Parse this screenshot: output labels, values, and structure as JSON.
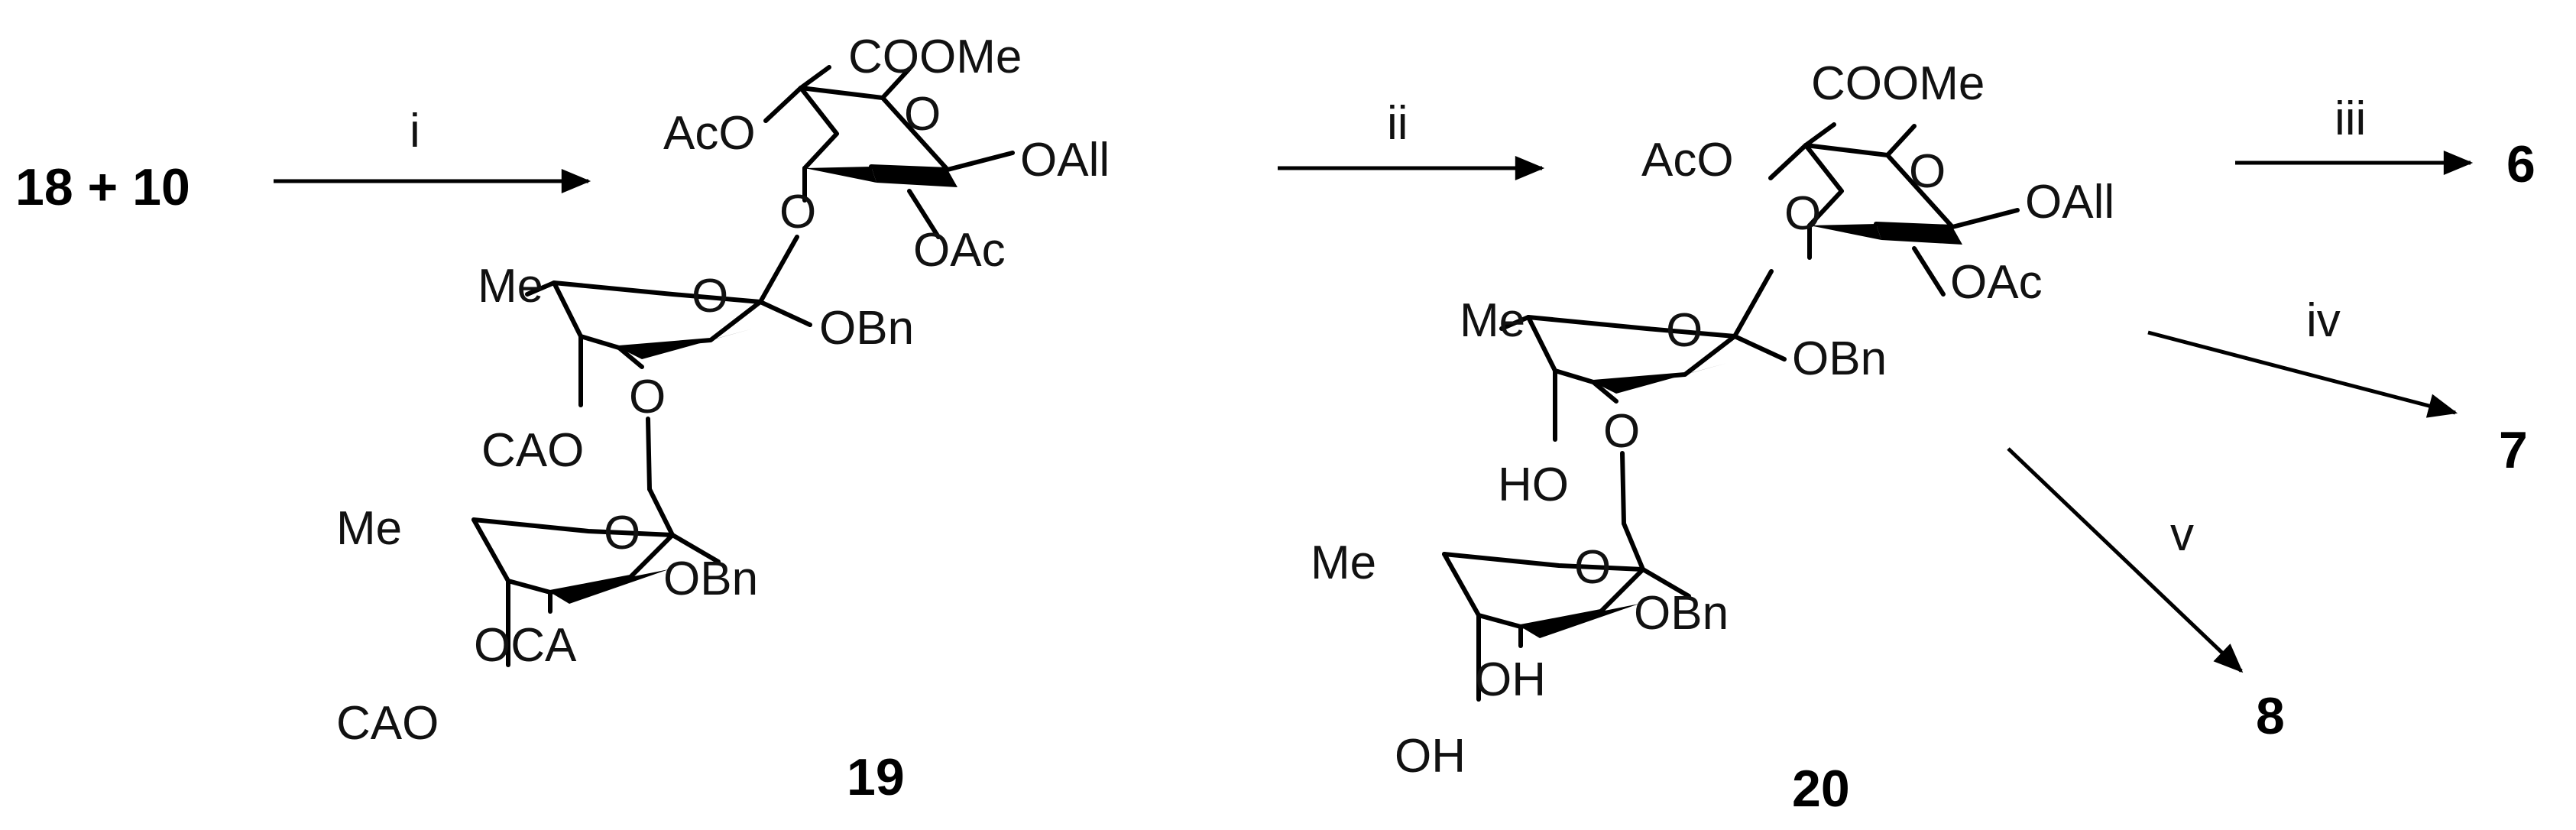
{
  "scheme": {
    "start": "18 + 10",
    "steps": {
      "i": "i",
      "ii": "ii",
      "iii": "iii",
      "iv": "iv",
      "v": "v"
    },
    "compounds": {
      "c19": "19",
      "c20": "20",
      "c6": "6",
      "c7": "7",
      "c8": "8"
    },
    "labels": {
      "coome": "COOMe",
      "aco": "AcO",
      "oall": "OAll",
      "oac": "OAc",
      "o": "O",
      "me": "Me",
      "obn": "OBn",
      "cao": "CAO",
      "oca": "OCA",
      "ho": "HO",
      "oh": "OH"
    }
  }
}
